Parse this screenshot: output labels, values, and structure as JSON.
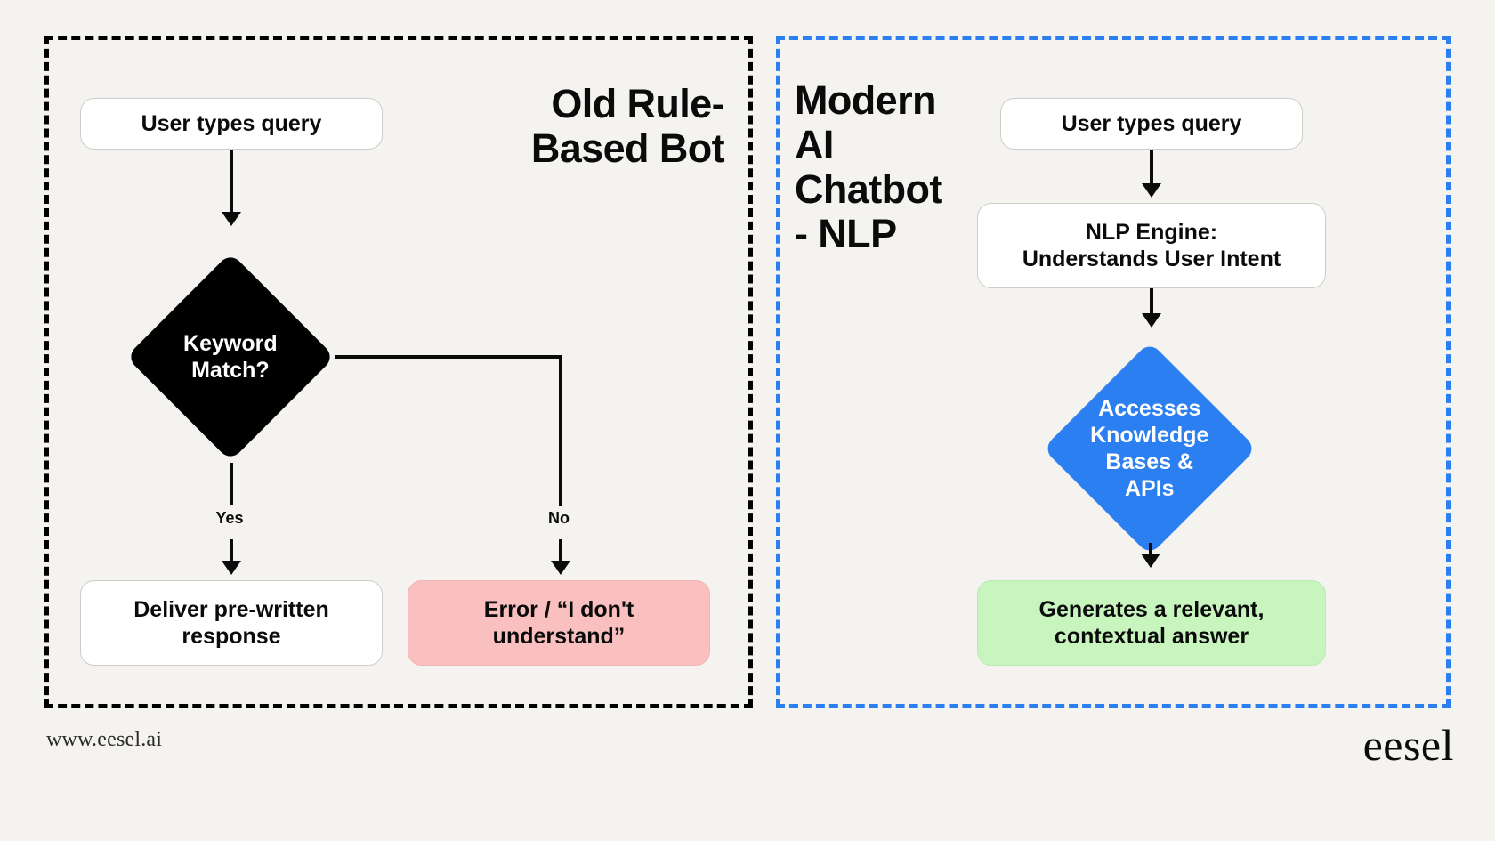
{
  "background_color": "#f4f3f0",
  "accent_blue": "#2b7ff0",
  "panels": {
    "left": {
      "title": "Old Rule-\nBased Bot",
      "border_color": "#000000",
      "border_style": "dashed"
    },
    "right": {
      "title": "Modern AI Chatbot - NLP",
      "border_color": "#2b7ff0",
      "border_style": "dashed"
    }
  },
  "left_flow": {
    "start": "User types query",
    "decision": "Keyword\nMatch?",
    "decision_fill": "#000000",
    "decision_text_color": "#ffffff",
    "branch_yes_label": "Yes",
    "branch_no_label": "No",
    "yes_outcome": "Deliver pre-written\nresponse",
    "yes_outcome_fill": "#ffffff",
    "no_outcome": "Error / “I don't\nunderstand”",
    "no_outcome_fill": "#fac0c0"
  },
  "right_flow": {
    "start": "User types query",
    "nlp_engine": "NLP Engine:\nUnderstands User Intent",
    "knowledge": "Accesses\nKnowledge\nBases &\nAPIs",
    "knowledge_fill": "#2b7ff0",
    "knowledge_text_color": "#ffffff",
    "answer": "Generates a relevant,\ncontextual answer",
    "answer_fill": "#c7f5bd"
  },
  "footer": {
    "url": "www.eesel.ai",
    "logo": "eesel"
  }
}
